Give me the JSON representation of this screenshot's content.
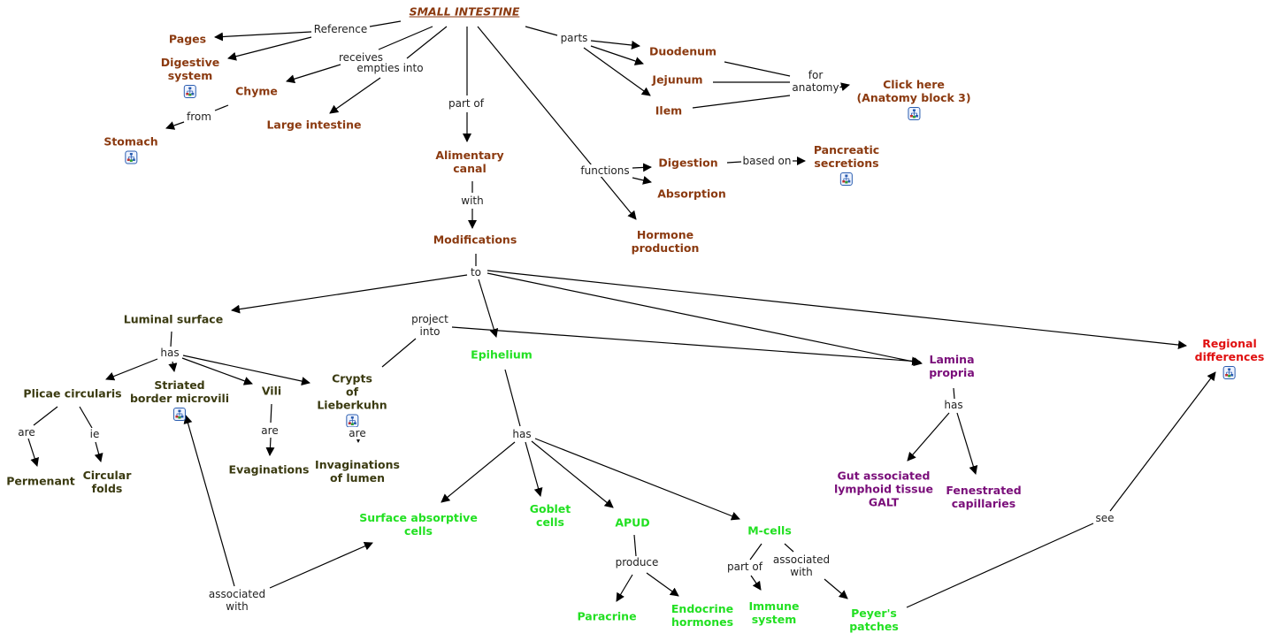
{
  "colors": {
    "brown": "#8b3a10",
    "olive": "#3a3a10",
    "green": "#22e022",
    "purple": "#7a0e7a",
    "red": "#e01010",
    "line": "#000000"
  },
  "nodes": {
    "small_intestine": {
      "label": "SMALL INTESTINE",
      "color": "brown"
    },
    "pages": {
      "label": "Pages",
      "color": "brown"
    },
    "digestive_system": {
      "label": "Digestive\nsystem",
      "color": "brown",
      "resource": true
    },
    "chyme": {
      "label": "Chyme",
      "color": "brown"
    },
    "stomach": {
      "label": "Stomach",
      "color": "brown",
      "resource": true
    },
    "large_intestine": {
      "label": "Large intestine",
      "color": "brown"
    },
    "alimentary_canal": {
      "label": "Alimentary\ncanal",
      "color": "brown"
    },
    "modifications": {
      "label": "Modifications",
      "color": "brown"
    },
    "duodenum": {
      "label": "Duodenum",
      "color": "brown"
    },
    "jejunum": {
      "label": "Jejunum",
      "color": "brown"
    },
    "ilem": {
      "label": "Ilem",
      "color": "brown"
    },
    "click_here": {
      "label": "Click here\n(Anatomy block 3)",
      "color": "brown",
      "resource": true
    },
    "digestion": {
      "label": "Digestion",
      "color": "brown"
    },
    "absorption": {
      "label": "Absorption",
      "color": "brown"
    },
    "hormone_production": {
      "label": "Hormone\nproduction",
      "color": "brown"
    },
    "pancreatic_secretions": {
      "label": "Pancreatic\nsecretions",
      "color": "brown",
      "resource": true
    },
    "luminal_surface": {
      "label": "Luminal surface",
      "color": "olive"
    },
    "plicae_circularis": {
      "label": "Plicae circularis",
      "color": "olive"
    },
    "striated_border": {
      "label": "Striated\nborder microvili",
      "color": "olive",
      "resource": true
    },
    "vili": {
      "label": "Vili",
      "color": "olive"
    },
    "crypts": {
      "label": "Crypts\nof\nLieberkuhn",
      "color": "olive",
      "resource": true
    },
    "permenant": {
      "label": "Permenant",
      "color": "olive"
    },
    "circular_folds": {
      "label": "Circular\nfolds",
      "color": "olive"
    },
    "evaginations": {
      "label": "Evaginations",
      "color": "olive"
    },
    "invaginations": {
      "label": "Invaginations\nof lumen",
      "color": "olive"
    },
    "epihelium": {
      "label": "Epihelium",
      "color": "green"
    },
    "surface_absorptive": {
      "label": "Surface absorptive\ncells",
      "color": "green"
    },
    "goblet_cells": {
      "label": "Goblet\ncells",
      "color": "green"
    },
    "apud": {
      "label": "APUD",
      "color": "green"
    },
    "m_cells": {
      "label": "M-cells",
      "color": "green"
    },
    "paracrine": {
      "label": "Paracrine",
      "color": "green"
    },
    "endocrine_hormones": {
      "label": "Endocrine\nhormones",
      "color": "green"
    },
    "immune_system": {
      "label": "Immune\nsystem",
      "color": "green"
    },
    "peyers_patches": {
      "label": "Peyer's\npatches",
      "color": "green"
    },
    "lamina_propria": {
      "label": "Lamina\npropria",
      "color": "purple"
    },
    "galt": {
      "label": "Gut associated\nlymphoid tissue\nGALT",
      "color": "purple"
    },
    "fenestrated": {
      "label": "Fenestrated\ncapillaries",
      "color": "purple"
    },
    "regional_differences": {
      "label": "Regional\ndifferences",
      "color": "red",
      "resource": true
    }
  },
  "links": {
    "reference": "Reference",
    "receives": "receives",
    "empties_into": "empties into",
    "from": "from",
    "part_of_1": "part of",
    "parts": "parts",
    "for_anatomy": "for\nanatomy",
    "functions": "functions",
    "based_on": "based on",
    "with_1": "with",
    "to": "to",
    "has_1": "has",
    "are_1": "are",
    "ie": "ie",
    "are_2": "are",
    "are_3": "are",
    "project_into": "project\ninto",
    "has_2": "has",
    "produce": "produce",
    "part_of_2": "part of",
    "associated_with_1": "associated\nwith",
    "associated_with_2": "associated\nwith",
    "has_3": "has",
    "see": "see"
  }
}
